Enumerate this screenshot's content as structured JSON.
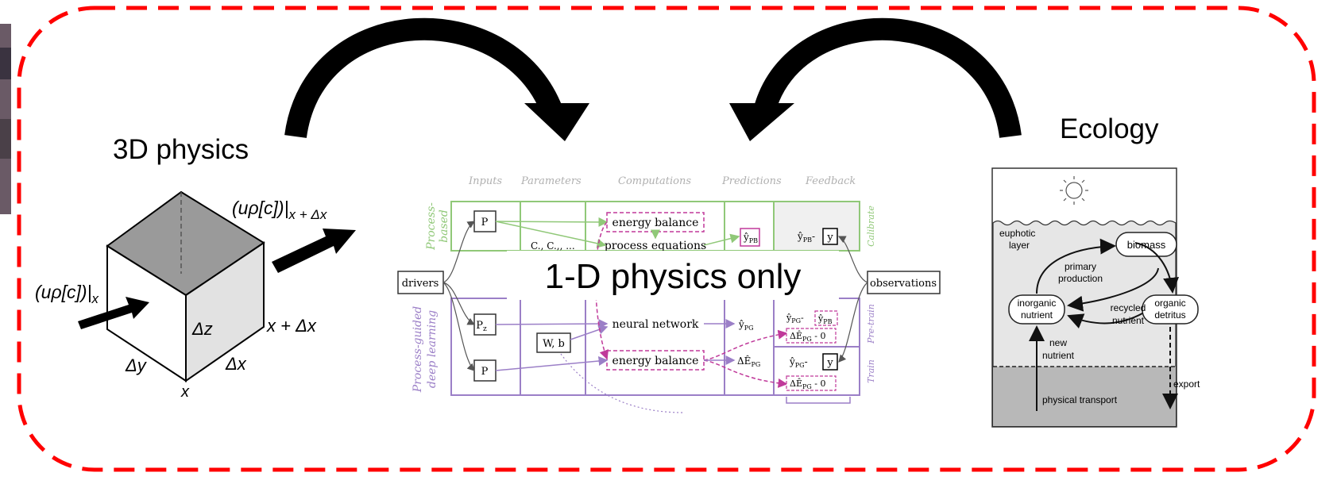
{
  "labels": {
    "left_title": "3D physics",
    "right_title": "Ecology",
    "center_overlay": "1-D physics only"
  },
  "cube": {
    "flux_in": "(uρ[c])|",
    "flux_in_sub": "x",
    "flux_out": "(uρ[c])|",
    "flux_out_sub": "x + Δx",
    "dz": "Δz",
    "dy": "Δy",
    "dx": "Δx",
    "x": "x",
    "x_plus_dx": "x + Δx"
  },
  "pgdl": {
    "headers": [
      "Inputs",
      "Parameters",
      "Computations",
      "Predictions",
      "Feedback"
    ],
    "band_top": "Process-based",
    "band_top_lines": [
      "Process-",
      "based"
    ],
    "band_bottom_lines": [
      "Process-guided",
      "deep learning"
    ],
    "drivers": "drivers",
    "observations": "observations",
    "p": "P",
    "pz": "P",
    "pz_sub": "z",
    "params_top": "C., C.,, ...",
    "params_bottom": "W, b",
    "energy_balance": "energy balance",
    "process_equations": "process equations",
    "neural_network": "neural network",
    "y_pb": "ŷ",
    "y_pb_sub": "PB",
    "y_pg": "ŷ",
    "y_pg_sub": "PG",
    "delta_e": "ΔÊ",
    "delta_e_sub": "PG",
    "calib_expr_left": "ŷ",
    "calib_expr_left_sub": "PB",
    "y": "y",
    "minus": "-",
    "pretrain_expr": "ŷ",
    "pretrain_expr_sub": "PG",
    "pretrain_rhs": "ŷ",
    "pretrain_rhs_sub": "PB",
    "de_zero": "ΔÊ",
    "de_zero_sub": "PG",
    "zero": " - 0",
    "train_expr": "ŷ",
    "train_expr_sub": "PG",
    "side_calibrate": "Calibrate",
    "side_pretrain": "Pre-train",
    "side_train": "Train"
  },
  "ecology": {
    "euphotic": [
      "euphotic",
      "layer"
    ],
    "biomass": "biomass",
    "primary_production": [
      "primary",
      "production"
    ],
    "inorganic_nutrient": [
      "inorganic",
      "nutrient"
    ],
    "recycled_nutrient": [
      "recycled",
      "nutrient"
    ],
    "organic_detritus": [
      "organic",
      "detritus"
    ],
    "new_nutrient": [
      "new",
      "nutrient"
    ],
    "export": "export",
    "physical_transport": "physical transport"
  },
  "colors": {
    "border_dash": "#ff0000",
    "green": "#90c878",
    "purple": "#9b7fc7",
    "magenta": "#c0399a",
    "arrow_black": "#000000"
  }
}
